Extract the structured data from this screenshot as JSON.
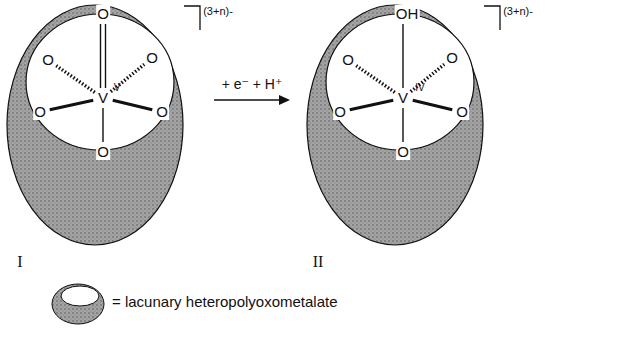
{
  "diagram": {
    "labels": [
      "O",
      "O",
      "O",
      "V",
      "V",
      "O",
      "O",
      "O",
      "(3+n)-",
      "+ e⁻ + H⁺",
      "OH",
      "O",
      "O",
      "V",
      "IV",
      "O",
      "O",
      "O",
      "(3+n)-",
      "I",
      "II"
    ],
    "legend": [
      {
        "text": "= lacunary heteropolyoxometalate"
      }
    ]
  }
}
